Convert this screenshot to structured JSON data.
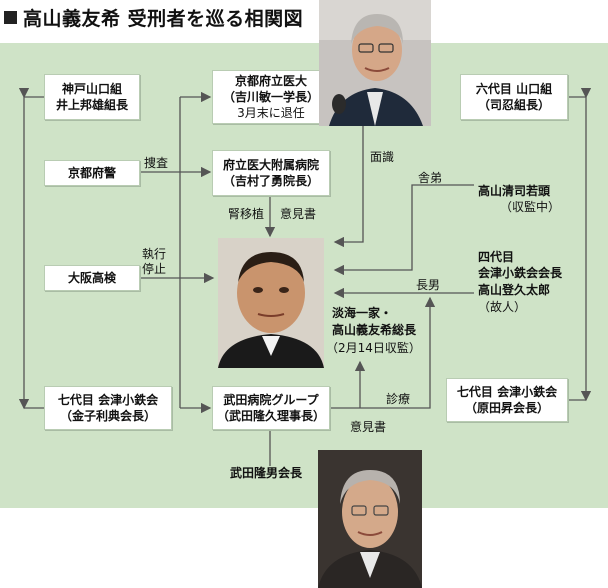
{
  "title": "高山義友希 受刑者を巡る相関図",
  "boxes": {
    "kobe_yamaguchi": {
      "line1": "神戸山口組",
      "line2": "井上邦雄組長"
    },
    "kyoto_police": {
      "line1": "京都府警"
    },
    "osaka_prosecutor": {
      "line1": "大阪高検"
    },
    "aizu_7th": {
      "line1": "七代目 会津小鉄会",
      "line2": "（金子利典会長）"
    },
    "kyoto_univ": {
      "line1": "京都府立医大",
      "line2": "（吉川敏一学長）",
      "line3": "3月末に退任"
    },
    "univ_hospital": {
      "line1": "府立医大附属病院",
      "line2": "（吉村了勇院長）"
    },
    "takeda_group": {
      "line1": "武田病院グループ",
      "line2": "（武田隆久理事長）"
    },
    "yamaguchi_6th": {
      "line1": "六代目 山口組",
      "line2": "（司忍組長）"
    },
    "aizu_7th_right": {
      "line1": "七代目 会津小鉄会",
      "line2": "（原田昇会長）"
    }
  },
  "labels": {
    "sousa": "捜査",
    "shikkou1": "執行",
    "shikkou2": "停止",
    "jinishoku": "腎移植",
    "ikensho1": "意見書",
    "menshiki": "面識",
    "shatei": "舎弟",
    "chounan": "長男",
    "shinryou": "診療",
    "ikensho2": "意見書",
    "takayama_kiyoshi1": "高山清司若頭",
    "takayama_kiyoshi2": "（収監中）",
    "takayama_tokutarou1": "四代目",
    "takayama_tokutarou2": "会津小鉄会会長",
    "takayama_tokutarou3": "高山登久太郎",
    "takayama_tokutarou4": "（故人）",
    "center1": "淡海一家・",
    "center2": "高山義友希総長",
    "center3": "（2月14日収監）",
    "takeda_takao": "武田隆男会長"
  },
  "colors": {
    "panel": "#cfe3c7",
    "line": "#555555"
  }
}
